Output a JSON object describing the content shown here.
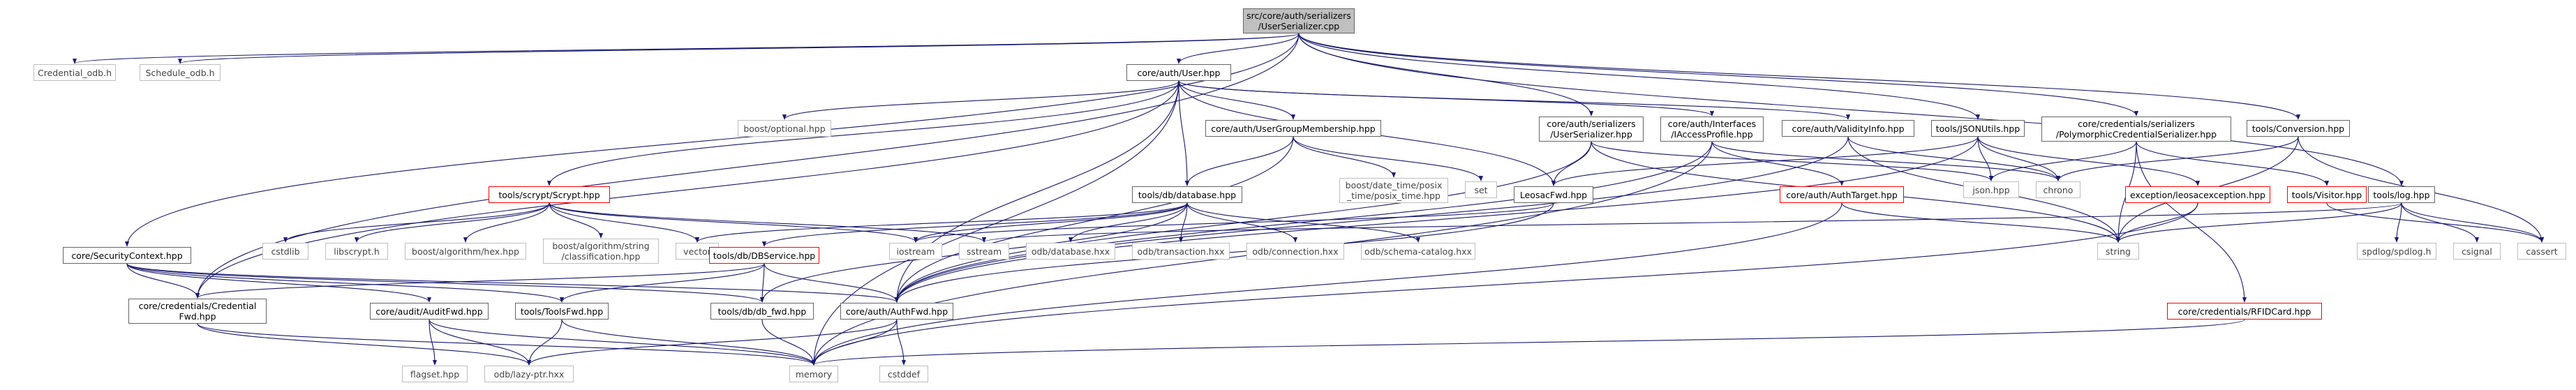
{
  "colors": {
    "edge": "#191970",
    "file_border": "#666666",
    "missing_border": "#ff0000",
    "external_border": "#bfbfbf",
    "root_fill": "#bfbfbf"
  },
  "nodes": {
    "root": [
      "src/core/auth/serializers",
      "/UserSerializer.cpp"
    ],
    "credential_odb": [
      "Credential_odb.h"
    ],
    "schedule_odb": [
      "Schedule_odb.h"
    ],
    "user_hpp": [
      "core/auth/User.hpp"
    ],
    "boost_optional": [
      "boost/optional.hpp"
    ],
    "group_membership": [
      "core/auth/UserGroupMembership.hpp"
    ],
    "auth_serializer": [
      "core/auth/serializers",
      "/UserSerializer.hpp"
    ],
    "access_profile": [
      "core/auth/Interfaces",
      "/IAccessProfile.hpp"
    ],
    "validity_info": [
      "core/auth/ValidityInfo.hpp"
    ],
    "json_utils": [
      "tools/JSONUtils.hpp"
    ],
    "poly_serializer": [
      "core/credentials/serializers",
      "/PolymorphicCredentialSerializer.hpp"
    ],
    "conversion": [
      "tools/Conversion.hpp"
    ],
    "scrypt": [
      "tools/scrypt/Scrypt.hpp"
    ],
    "database": [
      "tools/db/database.hpp"
    ],
    "boost_date_time": [
      "boost/date_time/posix",
      "_time/posix_time.hpp"
    ],
    "set": [
      "set"
    ],
    "leosac_fwd": [
      "LeosacFwd.hpp"
    ],
    "auth_target": [
      "core/auth/AuthTarget.hpp"
    ],
    "json_hpp": [
      "json.hpp"
    ],
    "chrono": [
      "chrono"
    ],
    "leosac_exception": [
      "exception/leosacexception.hpp"
    ],
    "visitor": [
      "tools/Visitor.hpp"
    ],
    "log": [
      "tools/log.hpp"
    ],
    "cstdlib": [
      "cstdlib"
    ],
    "libscrypt": [
      "libscrypt.h"
    ],
    "boost_hex": [
      "boost/algorithm/hex.hpp"
    ],
    "boost_classification": [
      "boost/algorithm/string",
      "/classification.hpp"
    ],
    "vector": [
      "vector"
    ],
    "iostream": [
      "iostream"
    ],
    "sstream": [
      "sstream"
    ],
    "odb_database": [
      "odb/database.hxx"
    ],
    "odb_transaction": [
      "odb/transaction.hxx"
    ],
    "odb_connection": [
      "odb/connection.hxx"
    ],
    "odb_schema": [
      "odb/schema-catalog.hxx"
    ],
    "string": [
      "string"
    ],
    "spdlog": [
      "spdlog/spdlog.h"
    ],
    "csignal": [
      "csignal"
    ],
    "cassert": [
      "cassert"
    ],
    "security_context": [
      "core/SecurityContext.hpp"
    ],
    "db_service": [
      "tools/db/DBService.hpp"
    ],
    "credential_fwd": [
      "core/credentials/Credential",
      "Fwd.hpp"
    ],
    "audit_fwd": [
      "core/audit/AuditFwd.hpp"
    ],
    "tools_fwd": [
      "tools/ToolsFwd.hpp"
    ],
    "db_fwd": [
      "tools/db/db_fwd.hpp"
    ],
    "auth_fwd": [
      "core/auth/AuthFwd.hpp"
    ],
    "rfid_card": [
      "core/credentials/RFIDCard.hpp"
    ],
    "flagset": [
      "flagset.hpp"
    ],
    "lazy_ptr": [
      "odb/lazy-ptr.hxx"
    ],
    "memory": [
      "memory"
    ],
    "cstddef": [
      "cstddef"
    ]
  }
}
